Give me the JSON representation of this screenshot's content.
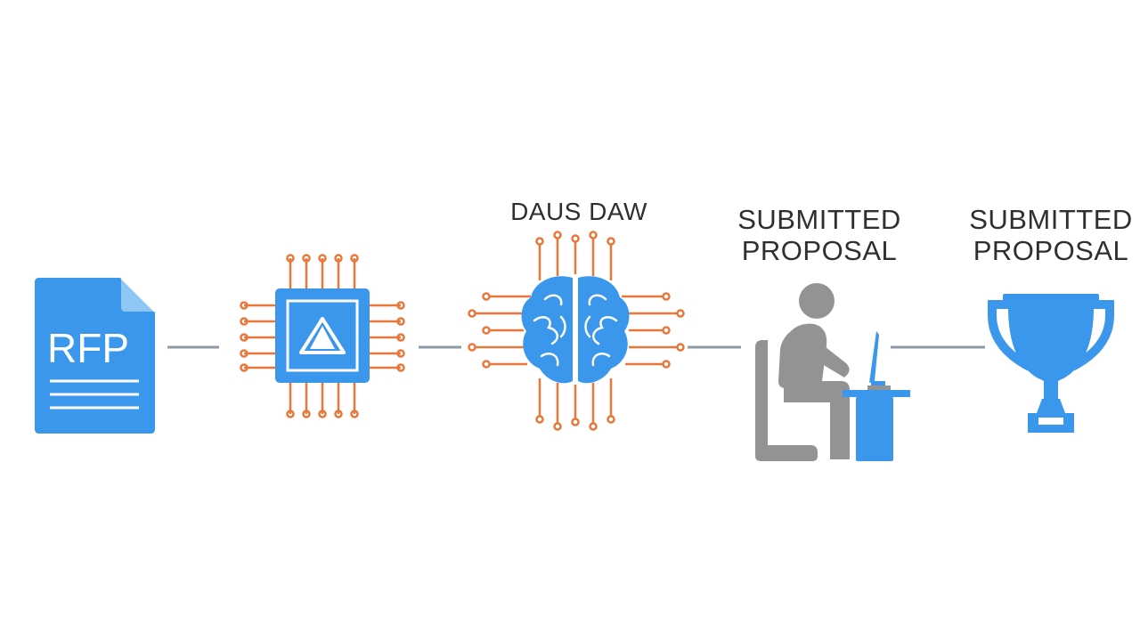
{
  "colors": {
    "blue": "#3a97ec",
    "orange": "#e9773a",
    "gray": "#939393",
    "connector": "#8e9aa6",
    "text": "#2f2f2f",
    "white": "#ffffff"
  },
  "steps": [
    {
      "icon": "document-icon",
      "text": "RFP"
    },
    {
      "icon": "chip-icon"
    },
    {
      "icon": "brain-icon",
      "label_line1": "DAUS DAW"
    },
    {
      "icon": "person-at-computer-icon",
      "label_line1": "SUBMITTED",
      "label_line2": "PROPOSAL"
    },
    {
      "icon": "trophy-icon",
      "label_line1": "SUBMITTED",
      "label_line2": "PROPOSAL"
    }
  ]
}
